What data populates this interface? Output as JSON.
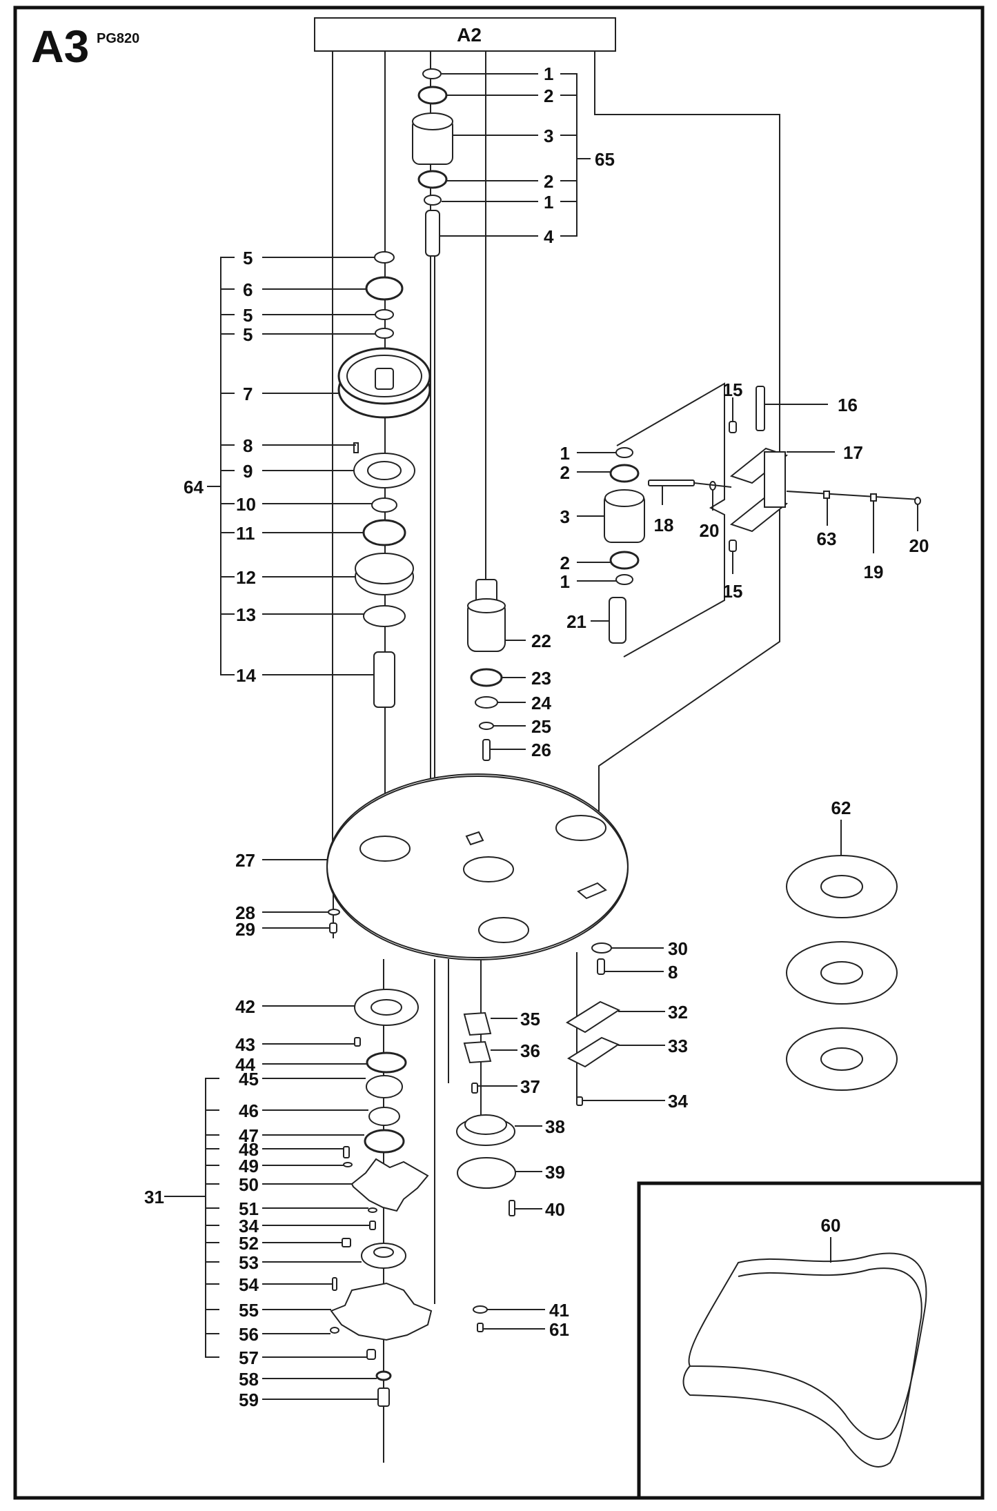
{
  "header": {
    "section": "A3",
    "model": "PG820",
    "parent_assembly": "A2"
  },
  "groups": [
    {
      "id": "65",
      "members": [
        "1",
        "2",
        "3",
        "2",
        "1",
        "4"
      ]
    },
    {
      "id": "64",
      "members": [
        "5",
        "6",
        "5",
        "5",
        "7",
        "8",
        "9",
        "10",
        "11",
        "12",
        "13",
        "14"
      ]
    },
    {
      "id": "31",
      "members": [
        "45",
        "46",
        "47",
        "48",
        "49",
        "50",
        "51",
        "34",
        "52",
        "53",
        "54",
        "55",
        "56",
        "57"
      ]
    }
  ],
  "labels": {
    "top_stack": [
      "1",
      "2",
      "3",
      "2",
      "1",
      "4"
    ],
    "group_65": "65",
    "left_stack": [
      "5",
      "6",
      "5",
      "5",
      "7",
      "8",
      "9",
      "10",
      "11",
      "12",
      "13",
      "14"
    ],
    "group_64": "64",
    "right_stack": [
      "1",
      "2",
      "3",
      "2",
      "1",
      "21"
    ],
    "bracket": [
      "15",
      "16",
      "17",
      "18",
      "20",
      "63",
      "19",
      "20",
      "15"
    ],
    "center_stack": [
      "22",
      "23",
      "24",
      "25",
      "26"
    ],
    "plate": [
      "27",
      "28",
      "29",
      "30",
      "8"
    ],
    "mid_parts": [
      "35",
      "36",
      "37",
      "32",
      "33",
      "34",
      "38",
      "39",
      "40",
      "41",
      "61"
    ],
    "lower_left": [
      "42",
      "43",
      "44"
    ],
    "group_31": "31",
    "lower_stack": [
      "45",
      "46",
      "47",
      "48",
      "49",
      "50",
      "51",
      "34",
      "52",
      "53",
      "54",
      "55",
      "56",
      "57",
      "58",
      "59"
    ],
    "plates_label": "62",
    "belt_label": "60"
  }
}
